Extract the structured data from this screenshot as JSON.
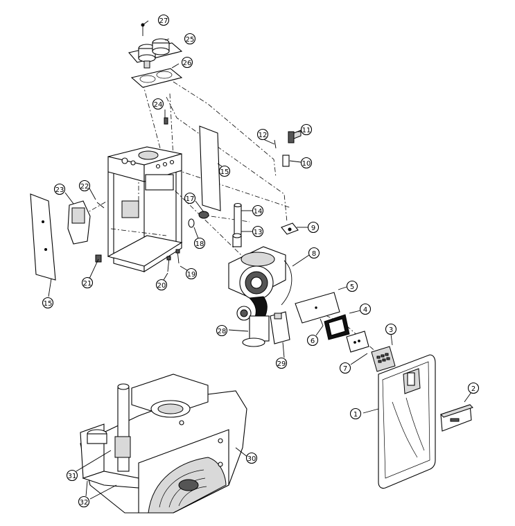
{
  "callouts": [
    {
      "id": "c1",
      "label": "1"
    },
    {
      "id": "c2",
      "label": "2"
    },
    {
      "id": "c3",
      "label": "3"
    },
    {
      "id": "c4",
      "label": "4"
    },
    {
      "id": "c5",
      "label": "5"
    },
    {
      "id": "c6",
      "label": "6"
    },
    {
      "id": "c7",
      "label": "7"
    },
    {
      "id": "c8",
      "label": "8"
    },
    {
      "id": "c9",
      "label": "9"
    },
    {
      "id": "c10",
      "label": "10"
    },
    {
      "id": "c11",
      "label": "11"
    },
    {
      "id": "c12",
      "label": "12"
    },
    {
      "id": "c13",
      "label": "13"
    },
    {
      "id": "c14",
      "label": "14"
    },
    {
      "id": "c15a",
      "label": "15"
    },
    {
      "id": "c15b",
      "label": "15"
    },
    {
      "id": "c17",
      "label": "17"
    },
    {
      "id": "c18",
      "label": "18"
    },
    {
      "id": "c19",
      "label": "19"
    },
    {
      "id": "c20",
      "label": "20"
    },
    {
      "id": "c21",
      "label": "21"
    },
    {
      "id": "c22",
      "label": "22"
    },
    {
      "id": "c23",
      "label": "23"
    },
    {
      "id": "c24",
      "label": "24"
    },
    {
      "id": "c25",
      "label": "25"
    },
    {
      "id": "c26",
      "label": "26"
    },
    {
      "id": "c27",
      "label": "27"
    },
    {
      "id": "c28",
      "label": "28"
    },
    {
      "id": "c29",
      "label": "29"
    },
    {
      "id": "c30",
      "label": "30"
    },
    {
      "id": "c31",
      "label": "31"
    },
    {
      "id": "c32",
      "label": "32"
    }
  ]
}
